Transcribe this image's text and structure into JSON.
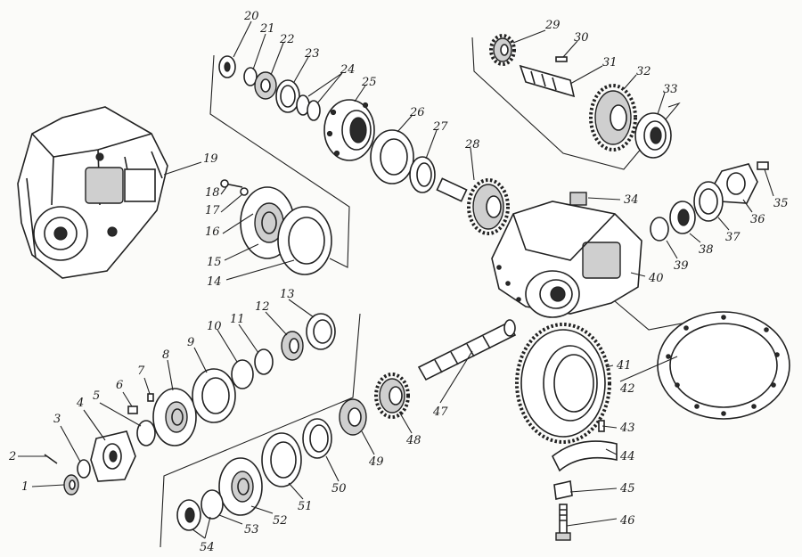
{
  "callouts": [
    "1",
    "2",
    "3",
    "4",
    "5",
    "6",
    "7",
    "8",
    "9",
    "10",
    "11",
    "12",
    "13",
    "14",
    "15",
    "16",
    "17",
    "18",
    "19",
    "20",
    "21",
    "22",
    "23",
    "24",
    "25",
    "26",
    "27",
    "28",
    "29",
    "30",
    "31",
    "32",
    "33",
    "34",
    "35",
    "36",
    "37",
    "38",
    "39",
    "40",
    "41",
    "42",
    "43",
    "44",
    "45",
    "46",
    "47",
    "48",
    "49",
    "50",
    "51",
    "52",
    "53",
    "54"
  ]
}
